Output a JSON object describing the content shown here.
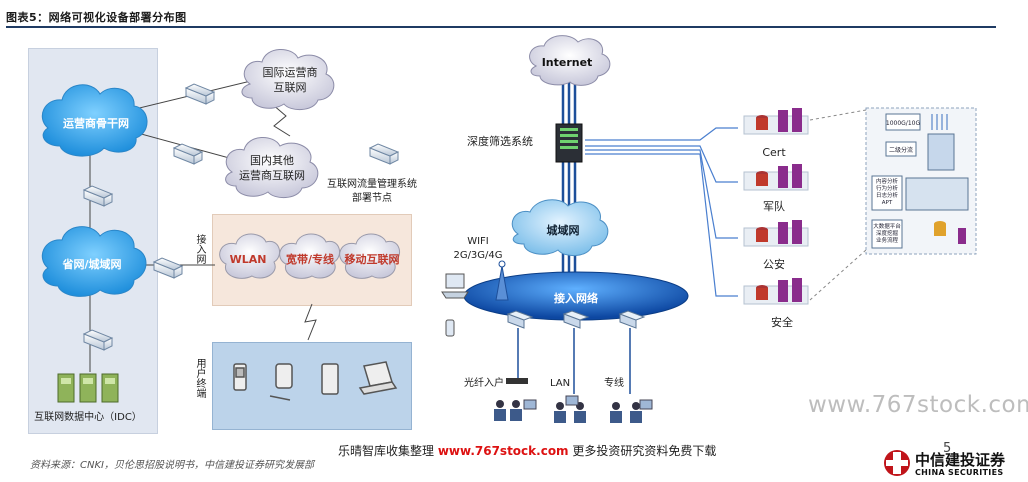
{
  "title": "图表5：网络可视化设备部署分布图",
  "left": {
    "backbone": "运营商骨干网",
    "intl": [
      "国际运营商",
      "互联网"
    ],
    "domestic": [
      "国内其他",
      "运营商互联网"
    ],
    "mgmt": [
      "互联网流量管理系统",
      "部署节点"
    ],
    "province": "省网/城域网",
    "idc": "互联网数据中心（IDC）",
    "access_label": "接入网",
    "access_clouds": [
      "WLAN",
      "宽带/专线",
      "移动互联网"
    ],
    "user_label": "用户终端"
  },
  "right": {
    "internet": "Internet",
    "filter": "深度筛选系统",
    "metro": "城域网",
    "wifi": [
      "WIFI",
      "2G/3G/4G"
    ],
    "access": "接入网络",
    "endpoints": [
      "光纤入户",
      "LAN",
      "专线"
    ],
    "agencies": [
      "Cert",
      "军队",
      "公安",
      "安全"
    ],
    "detail": [
      "1000G/10G",
      "二级分流",
      "内容分析",
      "行为分析",
      "日志分析",
      "APT",
      "大数据平台",
      "深度挖掘",
      "业务流程"
    ]
  },
  "source": "资料来源：CNKI，贝伦思招股说明书，中信建投证券研究发展部",
  "watermark_bottom": {
    "pre": "乐晴智库收集整理 ",
    "url": "www.767stock.com",
    "post": " 更多投资研究资料免费下载"
  },
  "watermark_right": "www.767stock.com",
  "page": "5",
  "logo_cn": "中信建投证券",
  "logo_en": "CHINA SECURITIES",
  "colors": {
    "cloud_blue": "#2b9be0",
    "cloud_gray": "#d9d9e6",
    "access_blue": "#1565c0",
    "rule": "#1f3b63",
    "server_purple": "#8a2c8c"
  }
}
